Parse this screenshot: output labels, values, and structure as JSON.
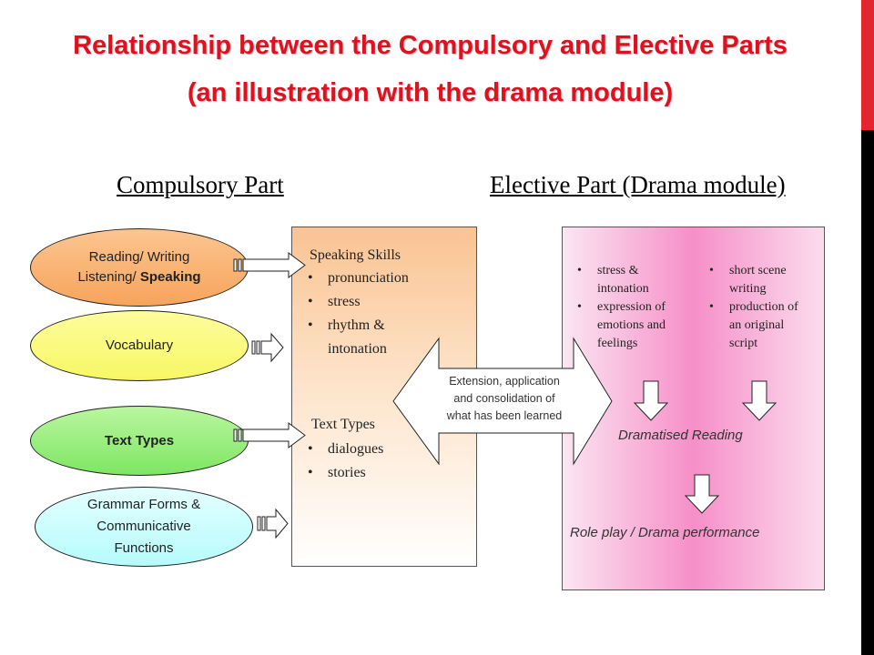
{
  "title": {
    "line1": "Relationship between the Compulsory and Elective Parts",
    "line2": "(an illustration with the drama module)"
  },
  "headings": {
    "compulsory": "Compulsory Part",
    "elective": "Elective Part (Drama module)"
  },
  "compulsory_items": {
    "reading_line1": "Reading/ Writing",
    "reading_line2a": "Listening/ ",
    "reading_line2b": "Speaking",
    "vocabulary": "Vocabulary",
    "text_types": "Text Types",
    "grammar_line1": "Grammar Forms &",
    "grammar_line2": "Communicative",
    "grammar_line3": "Functions"
  },
  "middle_box": {
    "speaking_heading": "Speaking Skills",
    "speaking_items": [
      "pronunciation",
      "stress",
      "rhythm &",
      "intonation"
    ],
    "texttypes_heading": "Text Types",
    "texttypes_items": [
      "dialogues",
      "stories"
    ]
  },
  "callout": {
    "line1": "Extension, application",
    "line2": "and consolidation of",
    "line3": "what has been learned"
  },
  "elective_box": {
    "left_items": [
      "stress &",
      "intonation",
      "expression of",
      "emotions and",
      "feelings"
    ],
    "right_items": [
      "short scene",
      "writing",
      "production of",
      "an original",
      "script"
    ],
    "dramatised_reading": "Dramatised Reading",
    "role_play": "Role play / Drama performance"
  },
  "colors": {
    "title_red": "#e0101e",
    "accent_bar_red": "#e3262e",
    "ellipse_orange": "#f7a45b",
    "ellipse_yellow": "#f7f764",
    "ellipse_green": "#7ee663",
    "ellipse_cyan": "#b6fbfb",
    "elective_pink": "#f68fc8"
  }
}
